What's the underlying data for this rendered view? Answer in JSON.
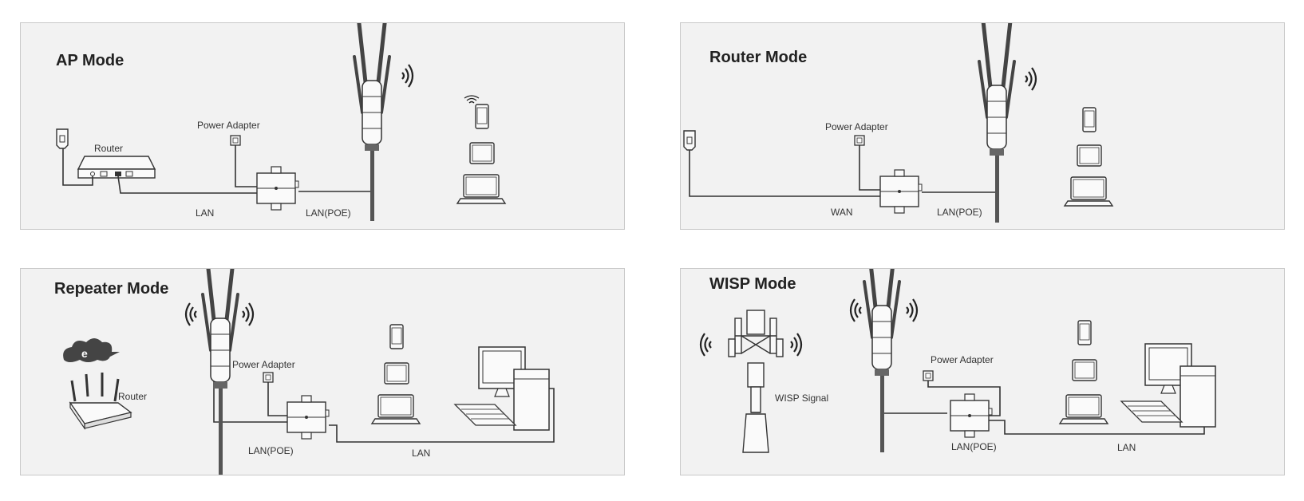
{
  "panels": {
    "ap": {
      "title": "AP Mode",
      "router_label": "Router",
      "power_adapter_label": "Power Adapter",
      "lan_label": "LAN",
      "lan_poe_label": "LAN(POE)"
    },
    "router": {
      "title": "Router Mode",
      "power_adapter_label": "Power Adapter",
      "wan_label": "WAN",
      "lan_poe_label": "LAN(POE)"
    },
    "repeater": {
      "title": "Repeater  Mode",
      "router_label": "Router",
      "power_adapter_label": "Power Adapter",
      "lan_poe_label": "LAN(POE)",
      "lan_label": "LAN"
    },
    "wisp": {
      "title": "WISP Mode",
      "power_adapter_label": "Power Adapter",
      "wisp_signal_label": "WISP Signal",
      "lan_poe_label": "LAN(POE)",
      "lan_label": "LAN"
    }
  },
  "colors": {
    "panel_bg": "#f2f2f2",
    "line": "#333333",
    "pole": "#555555"
  }
}
